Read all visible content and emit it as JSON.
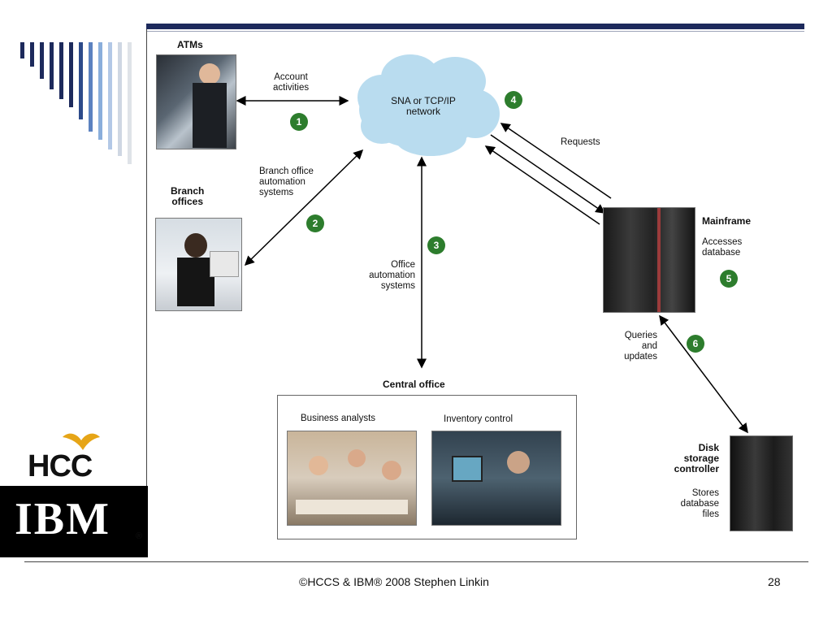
{
  "labels": {
    "atms": "ATMs",
    "account_activities": "Account\nactivities",
    "network": "SNA or TCP/IP\nnetwork",
    "requests": "Requests",
    "branch_offices": "Branch\noffices",
    "branch_office_automation": "Branch office\nautomation\nsystems",
    "office_automation": "Office\nautomation\nsystems",
    "mainframe": "Mainframe",
    "accesses_database": "Accesses\ndatabase",
    "queries_updates": "Queries\nand\nupdates",
    "central_office": "Central office",
    "business_analysts": "Business analysts",
    "inventory_control": "Inventory control",
    "disk_storage": "Disk\nstorage\ncontroller",
    "stores_files": "Stores\ndatabase\nfiles"
  },
  "steps": [
    "1",
    "2",
    "3",
    "4",
    "5",
    "6"
  ],
  "footer": {
    "copyright": "©HCCS & IBM® 2008  Stephen Linkin",
    "page": "28"
  },
  "logos": {
    "hcc": "HCC",
    "ibm": "IBM",
    "registered": "®"
  },
  "colors": {
    "step_badge": "#2d7d2d",
    "title_bar": "#1d2a5c",
    "cloud": "#b9dcef"
  }
}
